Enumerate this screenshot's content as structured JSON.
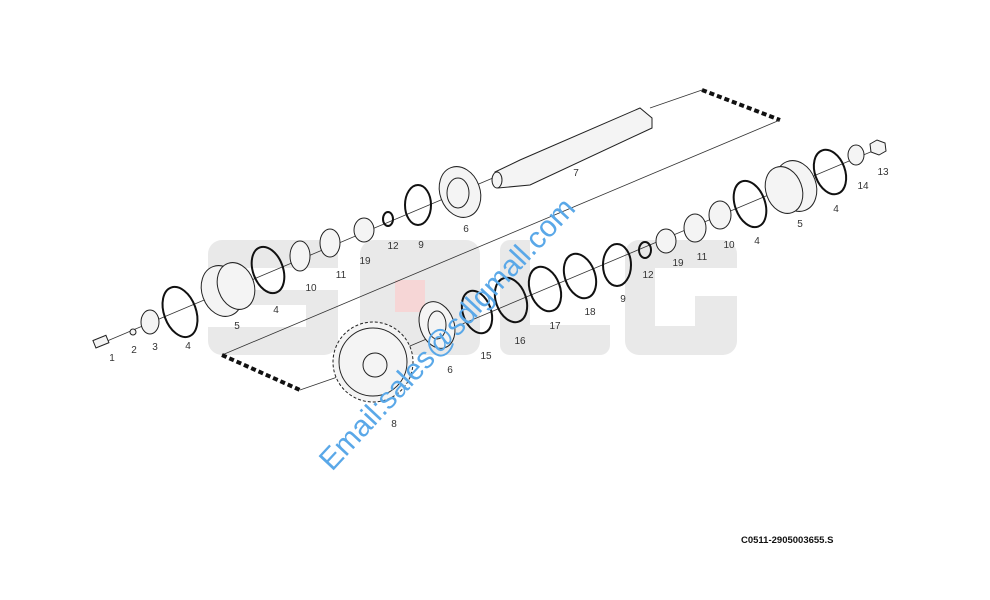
{
  "watermark": {
    "brand": "SDLG",
    "email": "Email:sales@sdlgmall.com"
  },
  "caption": "C0511-2905003655.S",
  "upper_chain_labels": [
    "1",
    "2",
    "3",
    "4",
    "5",
    "4",
    "10",
    "11",
    "19",
    "12",
    "9",
    "6",
    "7"
  ],
  "lower_chain_labels": [
    "8",
    "6",
    "15",
    "16",
    "17",
    "18",
    "9",
    "12",
    "19",
    "11",
    "10",
    "4",
    "5",
    "4",
    "14",
    "13"
  ],
  "colors": {
    "watermark_gray": "#e9e9e9",
    "watermark_red": "#f6d6d6",
    "email_blue": "#5aa8e8"
  }
}
